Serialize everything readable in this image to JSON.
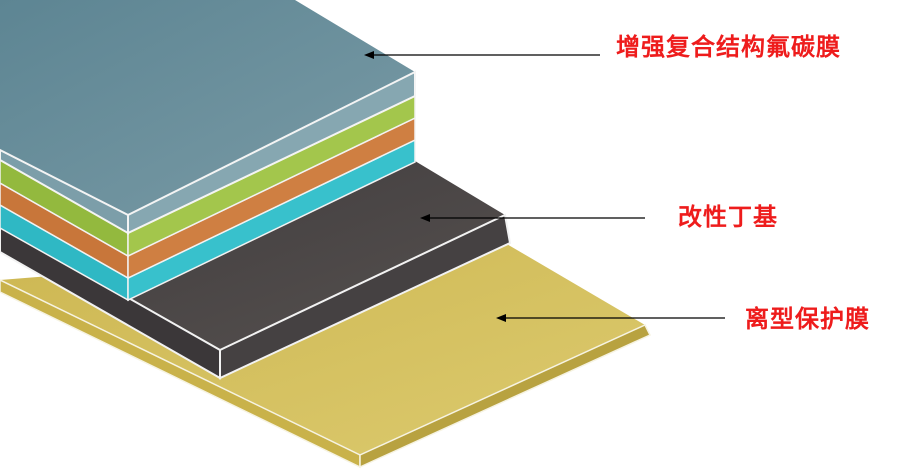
{
  "labels": {
    "top_film": "增强复合结构氟碳膜",
    "base_layer": "改性丁基",
    "release_film": "离型保护膜"
  },
  "colors": {
    "label_text": "#ee1c1c",
    "leader_line": "#000000",
    "fluorocarbon_top": "#6a8f9b",
    "green_layer": "#9bbf45",
    "orange_layer": "#c8763a",
    "cyan_layer": "#2fb8c4",
    "butyl_layer": "#4b4748",
    "release_film": "#d4c060",
    "edge_highlight": "#f4f4f4"
  }
}
